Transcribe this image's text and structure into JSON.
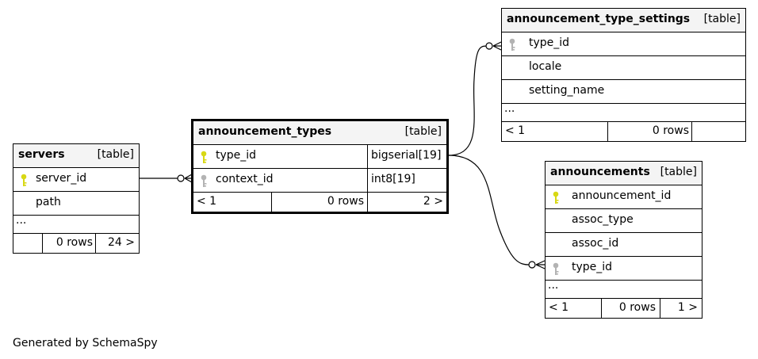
{
  "colors": {
    "pk_key": "#d8d814",
    "fk_key": "#b3b3b3",
    "header_bg": "#f4f4f4"
  },
  "tables": {
    "servers": {
      "name": "servers",
      "kind": "[table]",
      "columns": [
        {
          "name": "server_id",
          "icon": "primary-key-icon"
        },
        {
          "name": "path",
          "icon": ""
        }
      ],
      "more": "...",
      "footer": {
        "left": "",
        "rows": "0 rows",
        "right": "24 >"
      }
    },
    "announcement_types": {
      "name": "announcement_types",
      "kind": "[table]",
      "columns": [
        {
          "name": "type_id",
          "type": "bigserial[19]",
          "icon": "primary-key-icon"
        },
        {
          "name": "context_id",
          "type": "int8[19]",
          "icon": "foreign-key-icon"
        }
      ],
      "footer": {
        "left": "< 1",
        "rows": "0 rows",
        "right": "2 >"
      }
    },
    "announcement_type_settings": {
      "name": "announcement_type_settings",
      "kind": "[table]",
      "columns": [
        {
          "name": "type_id",
          "icon": "foreign-key-icon"
        },
        {
          "name": "locale",
          "icon": ""
        },
        {
          "name": "setting_name",
          "icon": ""
        }
      ],
      "more": "...",
      "footer": {
        "left": "< 1",
        "rows": "0 rows",
        "right": ""
      }
    },
    "announcements": {
      "name": "announcements",
      "kind": "[table]",
      "columns": [
        {
          "name": "announcement_id",
          "icon": "primary-key-icon"
        },
        {
          "name": "assoc_type",
          "icon": ""
        },
        {
          "name": "assoc_id",
          "icon": ""
        },
        {
          "name": "type_id",
          "icon": "foreign-key-icon"
        }
      ],
      "more": "...",
      "footer": {
        "left": "< 1",
        "rows": "0 rows",
        "right": "1 >"
      }
    }
  },
  "footer_credit": "Generated by SchemaSpy"
}
